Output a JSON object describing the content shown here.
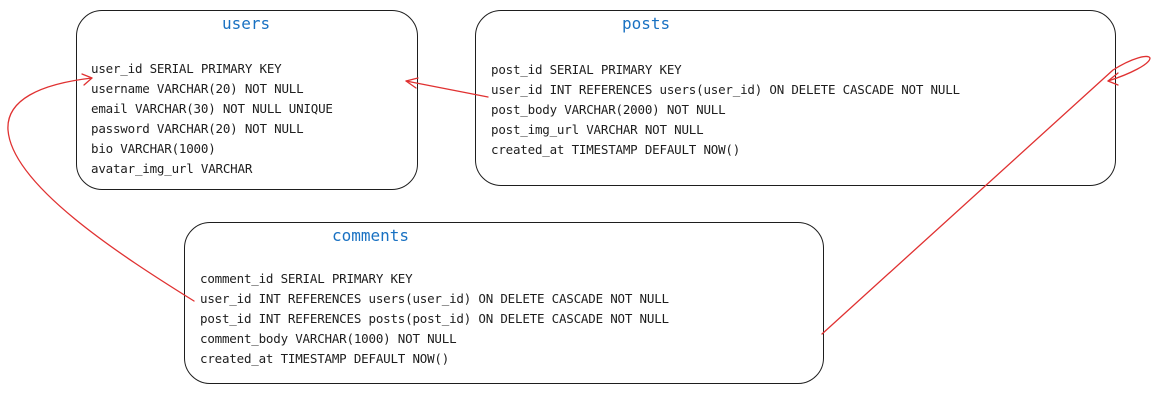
{
  "diagram": {
    "tables": [
      {
        "name": "users",
        "columns": [
          "user_id SERIAL PRIMARY KEY",
          "username VARCHAR(20) NOT NULL",
          "email VARCHAR(30) NOT NULL UNIQUE",
          "password VARCHAR(20) NOT NULL",
          "bio VARCHAR(1000)",
          "avatar_img_url VARCHAR"
        ]
      },
      {
        "name": "posts",
        "columns": [
          "post_id SERIAL PRIMARY KEY",
          "user_id INT REFERENCES users(user_id) ON DELETE CASCADE NOT NULL",
          "post_body VARCHAR(2000) NOT NULL",
          "post_img_url VARCHAR NOT NULL",
          "created_at TIMESTAMP DEFAULT NOW()"
        ]
      },
      {
        "name": "comments",
        "columns": [
          "comment_id SERIAL PRIMARY KEY",
          "user_id INT REFERENCES users(user_id) ON DELETE CASCADE NOT NULL",
          "post_id INT REFERENCES posts(post_id) ON DELETE CASCADE NOT NULL",
          "comment_body VARCHAR(1000) NOT NULL",
          "created_at TIMESTAMP DEFAULT NOW()"
        ]
      }
    ],
    "relationships": [
      {
        "from": "posts.user_id",
        "to": "users.user_id"
      },
      {
        "from": "comments.user_id",
        "to": "users.user_id"
      },
      {
        "from": "comments.post_id",
        "to": "posts.user_id"
      }
    ],
    "colors": {
      "stroke": "#1e1e1e",
      "title": "#1971c2",
      "arrow": "#e03131"
    }
  }
}
